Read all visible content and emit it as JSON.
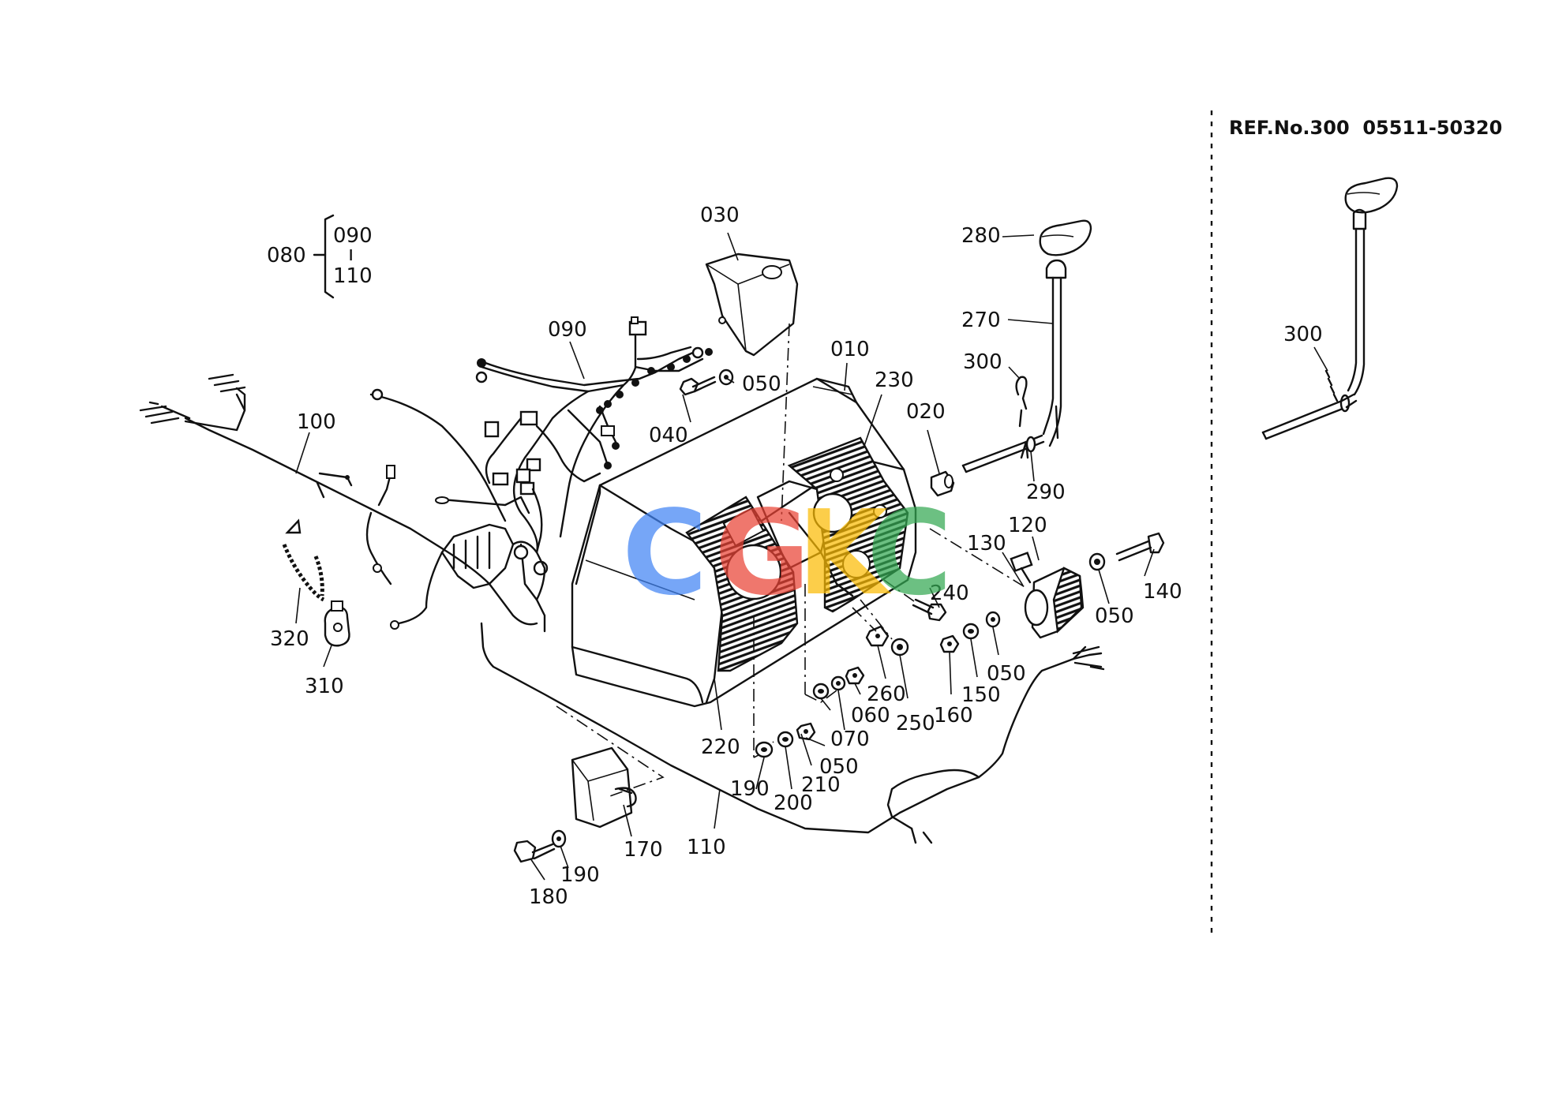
{
  "reference_note": "REF.No.300  05511-50320",
  "group_bracket": {
    "parent": "080",
    "top": "090",
    "separator": "ı",
    "bottom": "110"
  },
  "parts": {
    "p010": "010",
    "p020": "020",
    "p030": "030",
    "p040": "040",
    "p050a": "050",
    "p050b": "050",
    "p050c": "050",
    "p050d": "050",
    "p060": "060",
    "p070": "070",
    "p090": "090",
    "p100": "100",
    "p110": "110",
    "p120": "120",
    "p130": "130",
    "p140": "140",
    "p150": "150",
    "p160": "160",
    "p170": "170",
    "p180": "180",
    "p190a": "190",
    "p190b": "190",
    "p200": "200",
    "p210": "210",
    "p220": "220",
    "p230": "230",
    "p240": "240",
    "p250": "250",
    "p260": "260",
    "p270": "270",
    "p280": "280",
    "p290": "290",
    "p300a": "300",
    "p300b": "300",
    "p310": "310",
    "p320": "320"
  },
  "watermark": {
    "letters": [
      "C",
      "G",
      "K",
      "C"
    ],
    "colors": [
      "#4285F4",
      "#EA4335",
      "#FBBC05",
      "#34A853"
    ]
  }
}
